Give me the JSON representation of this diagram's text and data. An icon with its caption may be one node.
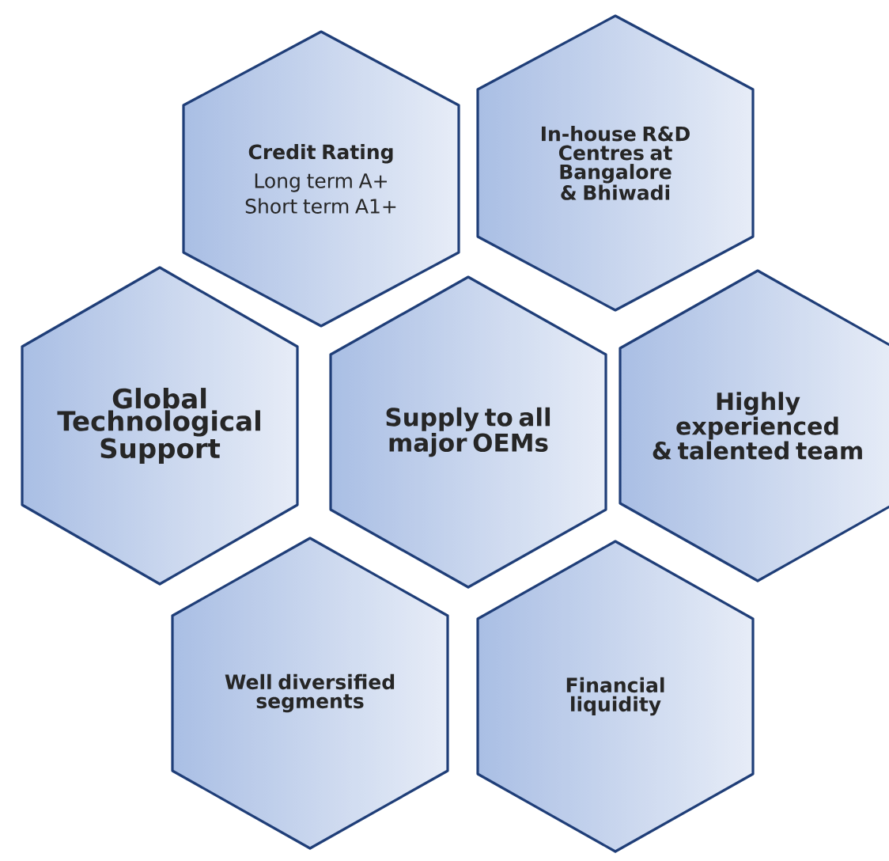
{
  "diagram": {
    "nodes": [
      {
        "text": [
          "Credit Rating",
          "Long term A+",
          "Short term A1+"
        ]
      },
      {
        "text": [
          "In-house R&D Centres at Bangalore & Bhiwadi"
        ]
      },
      {
        "text": [
          "Global Technological Support"
        ]
      },
      {
        "text": [
          "Supply to all major OEMs"
        ]
      },
      {
        "text": [
          "Highly experienced & talented team"
        ]
      },
      {
        "text": [
          "Well diversified segments"
        ]
      },
      {
        "text": [
          "Financial liquidity"
        ]
      }
    ]
  }
}
